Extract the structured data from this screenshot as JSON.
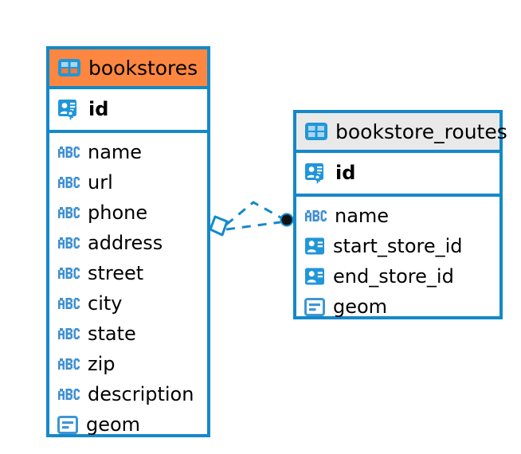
{
  "diagram": {
    "type": "entity-relationship-diagram",
    "background": "#ffffff",
    "accent_color": "#1489c8",
    "highlight_color": "#fd8741",
    "header_gray": "#e9e9e9"
  },
  "tables": [
    {
      "name": "bookstores",
      "header_color": "#fd8741",
      "header_icon": "table-icon",
      "primary_key": {
        "name": "id",
        "icon": "primary-key-icon",
        "bold": true
      },
      "fields": [
        {
          "name": "name",
          "icon": "abc-text-icon"
        },
        {
          "name": "url",
          "icon": "abc-text-icon"
        },
        {
          "name": "phone",
          "icon": "abc-text-icon"
        },
        {
          "name": "address",
          "icon": "abc-text-icon"
        },
        {
          "name": "street",
          "icon": "abc-text-icon"
        },
        {
          "name": "city",
          "icon": "abc-text-icon"
        },
        {
          "name": "state",
          "icon": "abc-text-icon"
        },
        {
          "name": "zip",
          "icon": "abc-text-icon"
        },
        {
          "name": "description",
          "icon": "abc-text-icon"
        },
        {
          "name": "geom",
          "icon": "geometry-icon"
        }
      ]
    },
    {
      "name": "bookstore_routes",
      "header_color": "#e9e9e9",
      "header_icon": "table-icon",
      "primary_key": {
        "name": "id",
        "icon": "primary-key-icon",
        "bold": true
      },
      "fields": [
        {
          "name": "name",
          "icon": "abc-text-icon"
        },
        {
          "name": "start_store_id",
          "icon": "foreign-key-icon"
        },
        {
          "name": "end_store_id",
          "icon": "foreign-key-icon"
        },
        {
          "name": "geom",
          "icon": "geometry-icon"
        }
      ]
    }
  ],
  "relationship": {
    "from_table": "bookstores",
    "to_table": "bookstore_routes",
    "line_style": "dashed",
    "line_color": "#1489c8",
    "source_marker": "diamond-marker",
    "target_marker": "filled-circle-marker"
  }
}
